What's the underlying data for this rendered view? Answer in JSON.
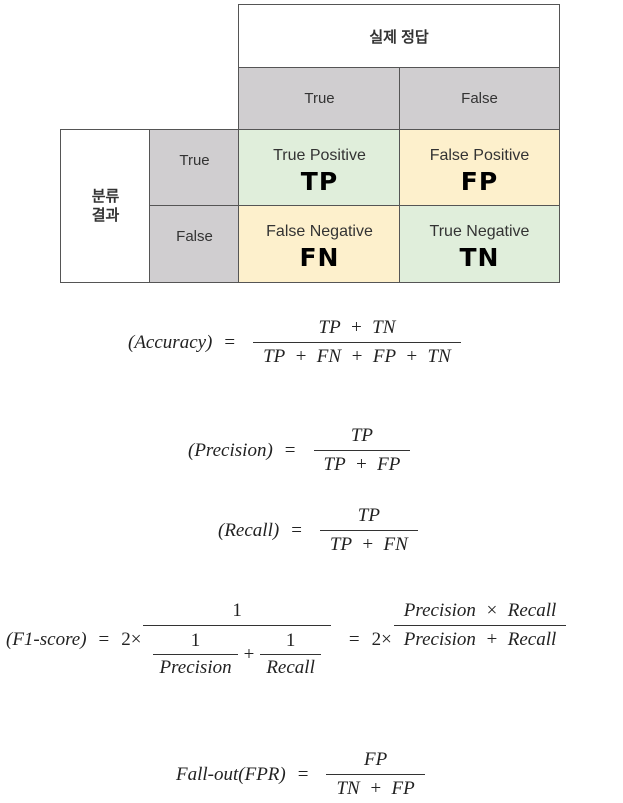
{
  "matrix": {
    "actual_header": "실제 정답",
    "pred_header_line1": "분류",
    "pred_header_line2": "결과",
    "col_true": "True",
    "col_false": "False",
    "row_true": "True",
    "row_false": "False",
    "tp_label": "True Positive",
    "tp_abbr": "TP",
    "fp_label": "False Positive",
    "fp_abbr": "FP",
    "fn_label": "False Negative",
    "fn_abbr": "FN",
    "tn_label": "True Negative",
    "tn_abbr": "TN",
    "colors": {
      "header_gray": "#d0ced0",
      "correct_green": "#e0eedb",
      "error_yellow": "#fdf0cc"
    }
  },
  "formulas": {
    "accuracy": {
      "lhs": "(Accuracy)",
      "num": "TP  +  TN",
      "den": "TP  +  FN  +  FP  +  TN"
    },
    "precision": {
      "lhs": "(Precision)",
      "num": "TP",
      "den": "TP  +  FP"
    },
    "recall": {
      "lhs": "(Recall)",
      "num": "TP",
      "den": "TP  +  FN"
    },
    "f1": {
      "lhs": "(F1-score)",
      "coef": "2×",
      "num": "1",
      "inner_num1": "1",
      "inner_den1": "Precision",
      "plus": "+",
      "inner_num2": "1",
      "inner_den2": "Recall",
      "coef2": "2×",
      "num2": "Precision  ×  Recall",
      "den2": "Precision  +  Recall"
    },
    "fallout": {
      "lhs": "Fall-out(FPR)",
      "num": "FP",
      "den": "TN  +  FP"
    },
    "equals": "="
  }
}
